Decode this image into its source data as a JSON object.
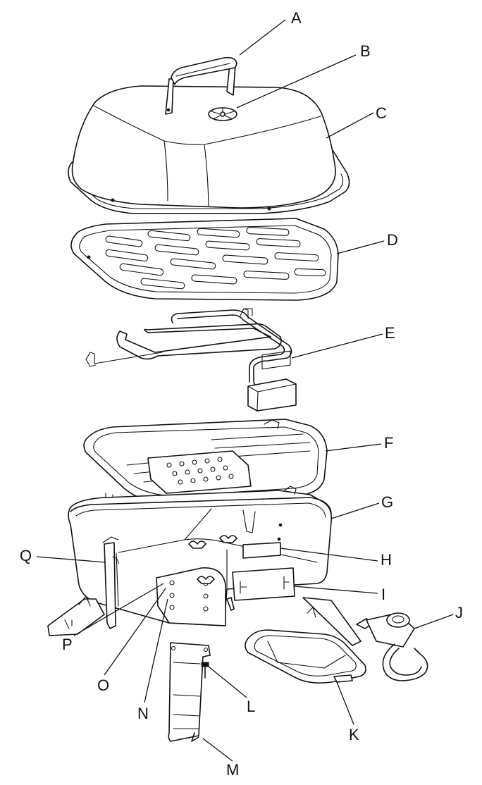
{
  "callouts": [
    {
      "key": "A",
      "label": "A"
    },
    {
      "key": "B",
      "label": "B"
    },
    {
      "key": "C",
      "label": "C"
    },
    {
      "key": "D",
      "label": "D"
    },
    {
      "key": "E",
      "label": "E"
    },
    {
      "key": "F",
      "label": "F"
    },
    {
      "key": "G",
      "label": "G"
    },
    {
      "key": "H",
      "label": "H"
    },
    {
      "key": "I",
      "label": "I"
    },
    {
      "key": "J",
      "label": "J"
    },
    {
      "key": "K",
      "label": "K"
    },
    {
      "key": "L",
      "label": "L"
    },
    {
      "key": "M",
      "label": "M"
    },
    {
      "key": "N",
      "label": "N"
    },
    {
      "key": "O",
      "label": "O"
    },
    {
      "key": "P",
      "label": "P"
    },
    {
      "key": "Q",
      "label": "Q"
    }
  ],
  "colors": {
    "line": "#111111",
    "background": "#ffffff"
  }
}
